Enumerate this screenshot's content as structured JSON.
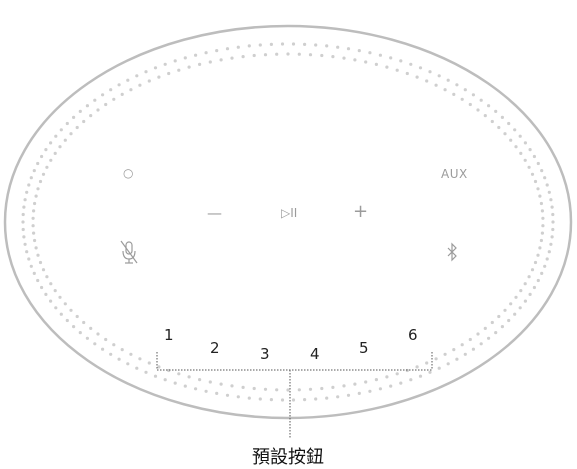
{
  "controls": {
    "action": {
      "label": "○",
      "icon": "action-button-icon"
    },
    "aux": {
      "label": "AUX"
    },
    "volume_down": {
      "label": "—",
      "icon": "minus-icon"
    },
    "play_pause": {
      "label": "▷II",
      "icon": "play-pause-icon"
    },
    "volume_up": {
      "label": "+",
      "icon": "plus-icon"
    },
    "mic_off": {
      "icon": "microphone-off-icon"
    },
    "bluetooth": {
      "icon": "bluetooth-icon"
    }
  },
  "presets": [
    "1",
    "2",
    "3",
    "4",
    "5",
    "6"
  ],
  "callout_label": "預設按鈕",
  "colors": {
    "outline": "#bdbdbd",
    "dots": "#cfcfcf",
    "icon": "#9b9b9b",
    "text": "#222222"
  }
}
